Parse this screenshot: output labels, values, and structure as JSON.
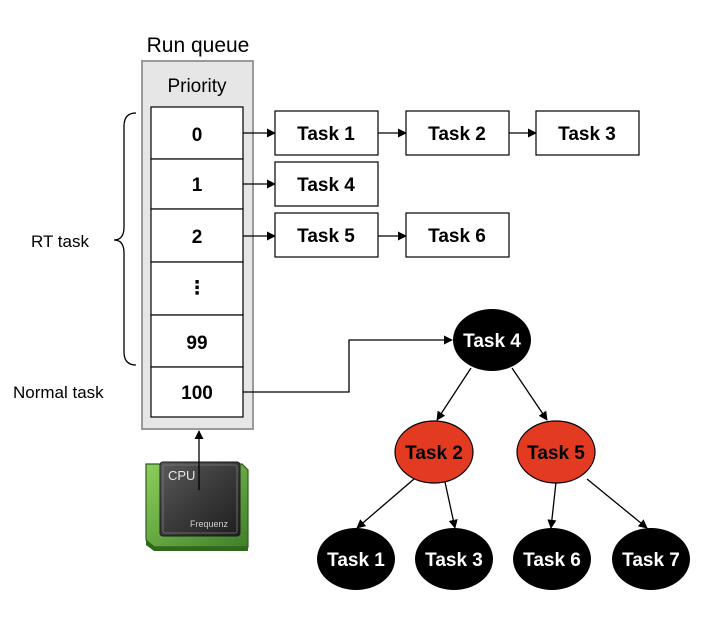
{
  "run_queue": {
    "title": "Run queue",
    "priority_header": "Priority",
    "rows": [
      "0",
      "1",
      "2",
      "⋮",
      "99",
      "100"
    ]
  },
  "side_labels": {
    "rt_task": "RT task",
    "normal_task": "Normal task"
  },
  "queue_lists": [
    {
      "row": "0",
      "tasks": [
        "Task 1",
        "Task 2",
        "Task 3"
      ]
    },
    {
      "row": "1",
      "tasks": [
        "Task 4"
      ]
    },
    {
      "row": "2",
      "tasks": [
        "Task 5",
        "Task 6"
      ]
    }
  ],
  "cpu": {
    "label": "CPU",
    "brand": "Frequenz"
  },
  "rb_tree": {
    "root": {
      "label": "Task 4",
      "color": "black"
    },
    "level2": [
      {
        "label": "Task 2",
        "color": "red"
      },
      {
        "label": "Task 5",
        "color": "red"
      }
    ],
    "leaves": [
      {
        "label": "Task 1",
        "color": "black"
      },
      {
        "label": "Task 3",
        "color": "black"
      },
      {
        "label": "Task 6",
        "color": "black"
      },
      {
        "label": "Task 7",
        "color": "black"
      }
    ]
  },
  "colors": {
    "red_node": "#e23b22",
    "black_node": "#000000",
    "queue_bg": "#e6e6e6",
    "queue_border": "#9a9a9a",
    "chip_green": "#5d9b3c"
  }
}
